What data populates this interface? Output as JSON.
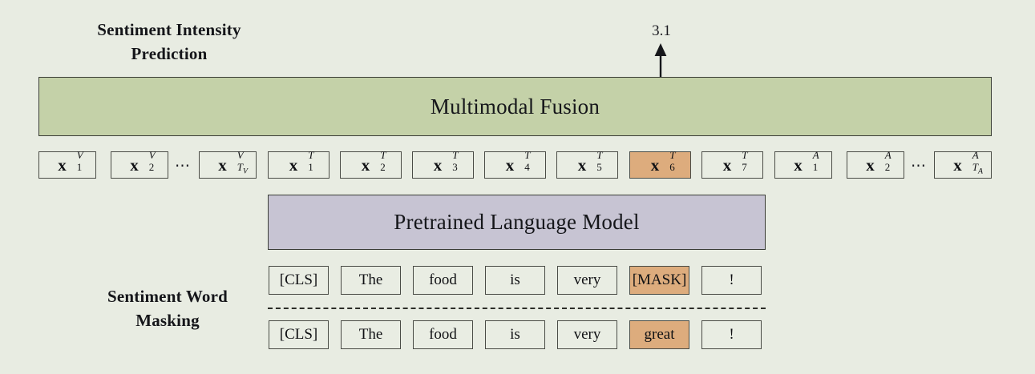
{
  "figure": {
    "background_color": "#e8ece2",
    "highlight_color": "#ddac7d",
    "fusion_color": "#c4d1a8",
    "plm_color": "#c7c4d3"
  },
  "labels": {
    "sentiment_intensity_prediction": "Sentiment Intensity\nPrediction",
    "sentiment_word_masking": "Sentiment Word\nMasking"
  },
  "prediction": {
    "value": "3.1",
    "arrow": "up-arrow"
  },
  "modules": {
    "fusion": "Multimodal Fusion",
    "language_model": "Pretrained Language Model"
  },
  "feature_tokens": {
    "visual": [
      {
        "base": "x",
        "sup": "V",
        "sub": "1"
      },
      {
        "base": "x",
        "sup": "V",
        "sub": "2"
      },
      {
        "base": "x",
        "sup": "V",
        "sub": "T_V"
      }
    ],
    "visual_ellipsis": "⋯",
    "text": [
      {
        "base": "x",
        "sup": "T",
        "sub": "1",
        "highlight": false
      },
      {
        "base": "x",
        "sup": "T",
        "sub": "2",
        "highlight": false
      },
      {
        "base": "x",
        "sup": "T",
        "sub": "3",
        "highlight": false
      },
      {
        "base": "x",
        "sup": "T",
        "sub": "4",
        "highlight": false
      },
      {
        "base": "x",
        "sup": "T",
        "sub": "5",
        "highlight": false
      },
      {
        "base": "x",
        "sup": "T",
        "sub": "6",
        "highlight": true
      },
      {
        "base": "x",
        "sup": "T",
        "sub": "7",
        "highlight": false
      }
    ],
    "audio": [
      {
        "base": "x",
        "sup": "A",
        "sub": "1"
      },
      {
        "base": "x",
        "sup": "A",
        "sub": "2"
      },
      {
        "base": "x",
        "sup": "A",
        "sub": "T_A"
      }
    ],
    "audio_ellipsis": "⋯"
  },
  "word_rows": {
    "masked": {
      "tokens": [
        "[CLS]",
        "The",
        "food",
        "is",
        "very",
        "[MASK]",
        "!"
      ],
      "highlight_index": 5
    },
    "original": {
      "tokens": [
        "[CLS]",
        "The",
        "food",
        "is",
        "very",
        "great",
        "!"
      ],
      "highlight_index": 5
    }
  }
}
